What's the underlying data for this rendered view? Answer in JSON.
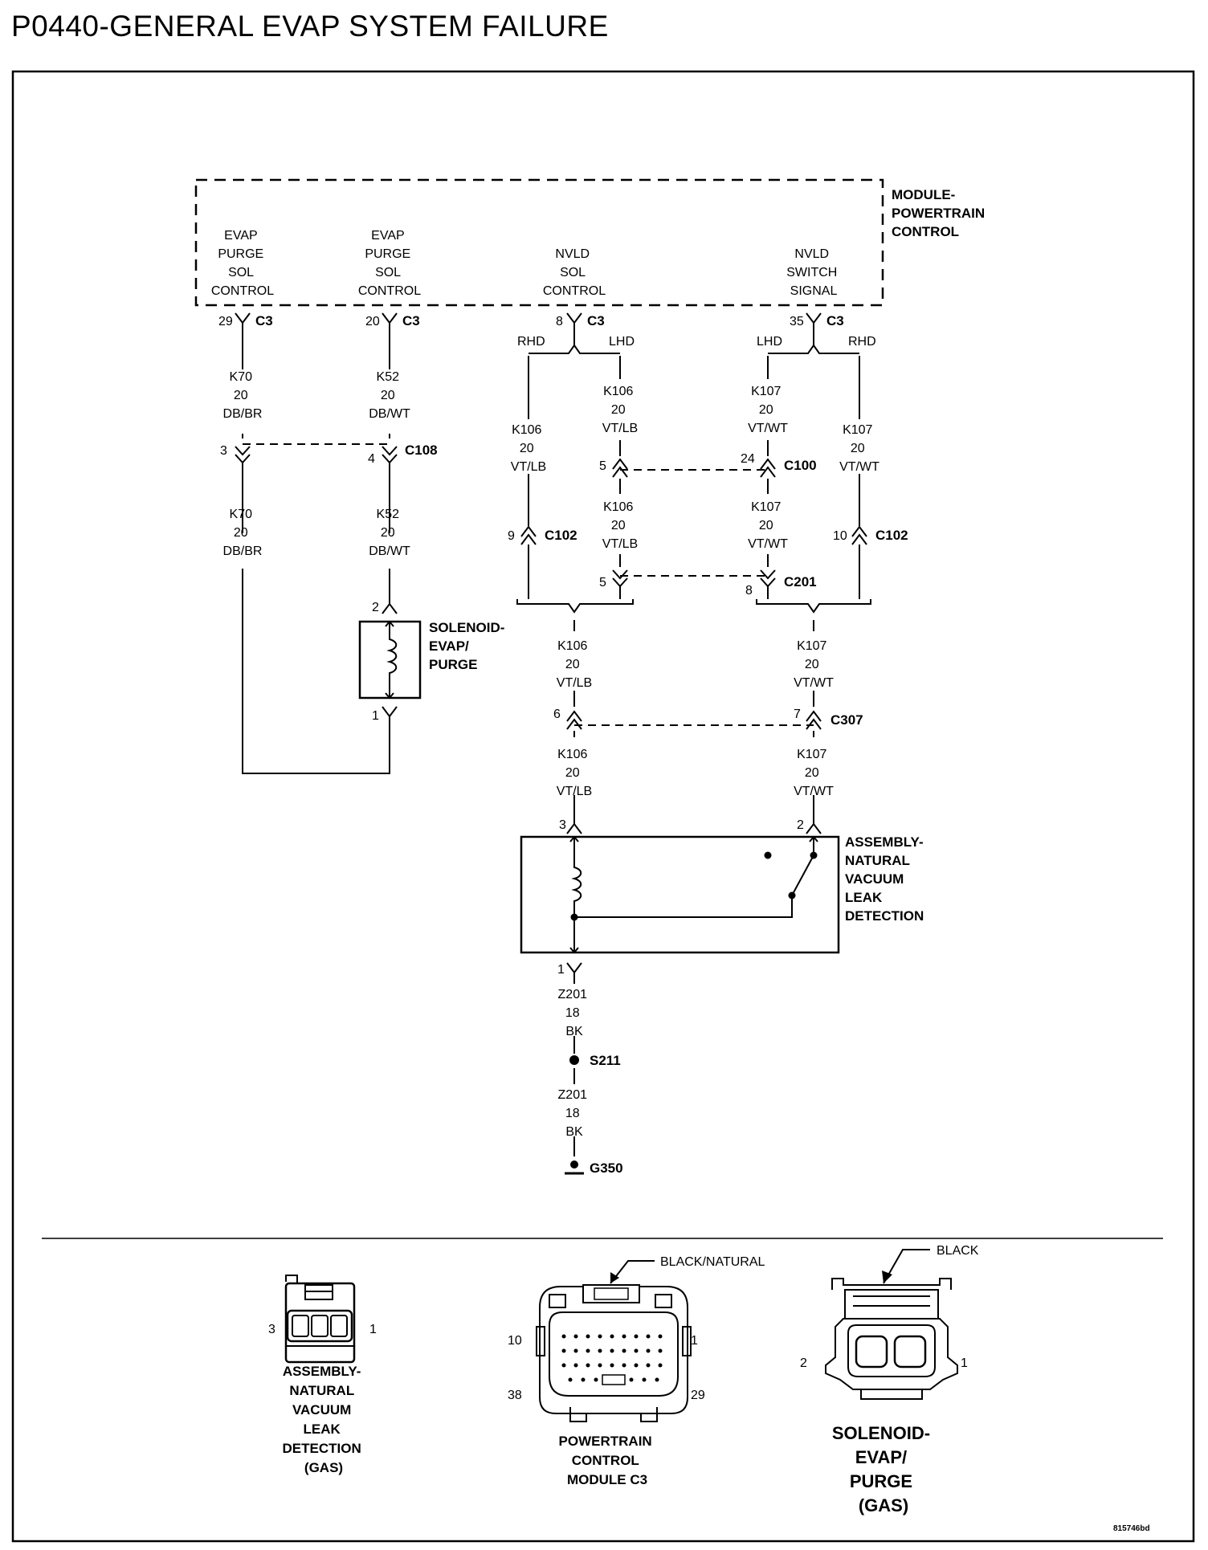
{
  "title": "P0440-GENERAL EVAP SYSTEM FAILURE",
  "module": {
    "name": [
      "MODULE-",
      "POWERTRAIN",
      "CONTROL"
    ]
  },
  "pins": [
    {
      "id": "pin-evap-a",
      "label": [
        "EVAP",
        "PURGE",
        "SOL",
        "CONTROL"
      ],
      "cavity": "29",
      "connector": "C3"
    },
    {
      "id": "pin-evap-b",
      "label": [
        "EVAP",
        "PURGE",
        "SOL",
        "CONTROL"
      ],
      "cavity": "20",
      "connector": "C3"
    },
    {
      "id": "pin-nvld-sol",
      "label": [
        "NVLD",
        "SOL",
        "CONTROL"
      ],
      "cavity": "8",
      "connector": "C3"
    },
    {
      "id": "pin-nvld-sw",
      "label": [
        "NVLD",
        "SWITCH",
        "SIGNAL"
      ],
      "cavity": "35",
      "connector": "C3"
    }
  ],
  "branch_labels": {
    "rhd": "RHD",
    "lhd": "LHD"
  },
  "wires": {
    "k70": [
      "K70",
      "20",
      "DB/BR"
    ],
    "k52": [
      "K52",
      "20",
      "DB/WT"
    ],
    "k106": [
      "K106",
      "20",
      "VT/LB"
    ],
    "k107": [
      "K107",
      "20",
      "VT/WT"
    ],
    "z201": [
      "Z201",
      "18",
      "BK"
    ]
  },
  "connectors": {
    "c108": {
      "name": "C108",
      "left": "3",
      "right": "4"
    },
    "c100": {
      "name": "C100",
      "left": "5",
      "right": "24"
    },
    "c102": {
      "name": "C102",
      "left": "9",
      "right": "10"
    },
    "c201": {
      "name": "C201",
      "left": "5",
      "right": "8"
    },
    "c307": {
      "name": "C307",
      "left": "6",
      "right": "7"
    }
  },
  "solenoid": {
    "name": [
      "SOLENOID-",
      "EVAP/",
      "PURGE"
    ],
    "pin_top": "2",
    "pin_bottom": "1"
  },
  "nvld": {
    "name": [
      "ASSEMBLY-",
      "NATURAL",
      "VACUUM",
      "LEAK",
      "DETECTION"
    ],
    "pin_left": "3",
    "pin_right": "2",
    "pin_bottom": "1"
  },
  "splice": "S211",
  "ground": "G350",
  "connector_views": {
    "nvld": {
      "caption": [
        "ASSEMBLY-",
        "NATURAL",
        "VACUUM",
        "LEAK",
        "DETECTION",
        "(GAS)"
      ],
      "pin_left": "3",
      "pin_right": "1"
    },
    "pcm": {
      "caption": [
        "POWERTRAIN",
        "CONTROL",
        "MODULE C3"
      ],
      "color": "BLACK/NATURAL",
      "pins": [
        "10",
        "1",
        "38",
        "29"
      ]
    },
    "solenoid": {
      "caption": [
        "SOLENOID-",
        "EVAP/",
        "PURGE",
        "(GAS)"
      ],
      "color": "BLACK",
      "pin_left": "2",
      "pin_right": "1"
    }
  },
  "figure_id": "815746bd"
}
